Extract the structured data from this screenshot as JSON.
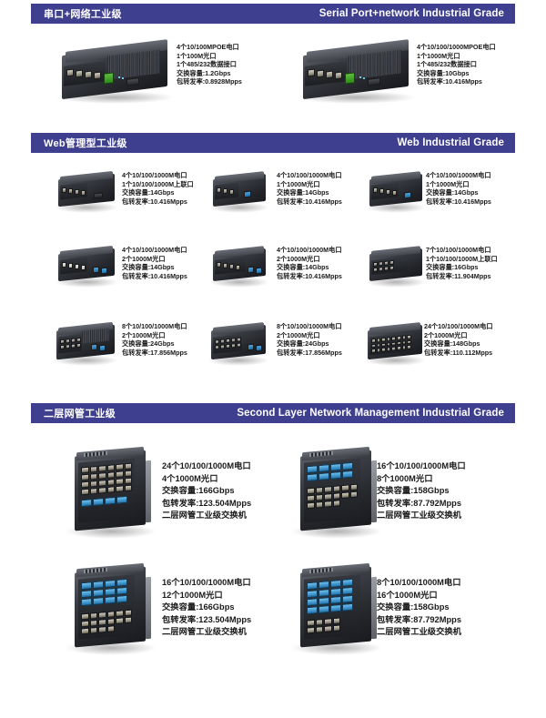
{
  "sections": [
    {
      "id": "serial-network",
      "title_cn": "串口+网络工业级",
      "title_en": "Serial Port+network Industrial Grade",
      "products": [
        {
          "id": "serial-100m-poe",
          "specs": [
            "4个10/100MPOE电口",
            "1个100M光口",
            "1个485/232数据接口",
            "交换容量:1.2Gbps",
            "包转发率:0.8928Mpps"
          ]
        },
        {
          "id": "serial-1000m-poe",
          "specs": [
            "4个10/100/1000MPOE电口",
            "1个1000M光口",
            "1个485/232数据接口",
            "交换容量:10Gbps",
            "包转发率:10.416Mpps"
          ]
        }
      ]
    },
    {
      "id": "web-managed",
      "title_cn": "Web管理型工业级",
      "title_en": "Web Industrial Grade",
      "products": [
        {
          "id": "web-4ge-1uplink",
          "specs": [
            "4个10/100/1000M电口",
            "1个10/100/1000M上联口",
            "交换容量:14Gbps",
            "包转发率:10.416Mpps"
          ]
        },
        {
          "id": "web-4ge-1sfp",
          "specs": [
            "4个10/100/1000M电口",
            "1个1000M光口",
            "交换容量:14Gbps",
            "包转发率:10.416Mpps"
          ]
        },
        {
          "id": "web-4ge-1sfp-b",
          "specs": [
            "4个10/100/1000M电口",
            "1个1000M光口",
            "交换容量:14Gbps",
            "包转发率:10.416Mpps"
          ]
        },
        {
          "id": "web-4ge-2sfp",
          "specs": [
            "4个10/100/1000M电口",
            "2个1000M光口",
            "交换容量:14Gbps",
            "包转发率:10.416Mpps"
          ]
        },
        {
          "id": "web-4ge-2sfp-b",
          "specs": [
            "4个10/100/1000M电口",
            "2个1000M光口",
            "交换容量:14Gbps",
            "包转发率:10.416Mpps"
          ]
        },
        {
          "id": "web-7ge-1uplink",
          "specs": [
            "7个10/100/1000M电口",
            "1个10/100/1000M上联口",
            "交换容量:16Gbps",
            "包转发率:11.904Mpps"
          ]
        },
        {
          "id": "web-8ge-2sfp",
          "specs": [
            "8个10/100/1000M电口",
            "2个1000M光口",
            "交换容量:24Gbps",
            "包转发率:17.856Mpps"
          ]
        },
        {
          "id": "web-8ge-2sfp-b",
          "specs": [
            "8个10/100/1000M电口",
            "2个1000M光口",
            "交换容量:24Gbps",
            "包转发率:17.856Mpps"
          ]
        },
        {
          "id": "web-24ge-2sfp",
          "specs": [
            "24个10/100/1000M电口",
            "2个1000M光口",
            "交换容量:148Gbps",
            "包转发率:110.112Mpps"
          ]
        }
      ]
    },
    {
      "id": "layer2-managed",
      "title_cn": "二层网管工业级",
      "title_en": "Second Layer Network Management Industrial Grade",
      "products": [
        {
          "id": "l2-24ge-4sfp",
          "specs": [
            "24个10/100/1000M电口",
            "4个1000M光口",
            "交换容量:166Gbps",
            "包转发率:123.504Mpps",
            "二层网管工业级交换机"
          ]
        },
        {
          "id": "l2-16ge-8sfp",
          "specs": [
            "16个10/100/1000M电口",
            "8个1000M光口",
            "交换容量:158Gbps",
            "包转发率:87.792Mpps",
            "二层网管工业级交换机"
          ]
        },
        {
          "id": "l2-16ge-12sfp",
          "specs": [
            "16个10/100/1000M电口",
            "12个1000M光口",
            "交换容量:166Gbps",
            "包转发率:123.504Mpps",
            "二层网管工业级交换机"
          ]
        },
        {
          "id": "l2-8ge-16sfp",
          "specs": [
            "8个10/100/1000M电口",
            "16个1000M光口",
            "交换容量:158Gbps",
            "包转发率:87.792Mpps",
            "二层网管工业级交换机"
          ]
        }
      ]
    }
  ],
  "colors": {
    "bar": "#3f3f8f",
    "bar_text": "#ffffff",
    "spec_text": "#1a1a1a",
    "page_bg": "#ffffff"
  }
}
